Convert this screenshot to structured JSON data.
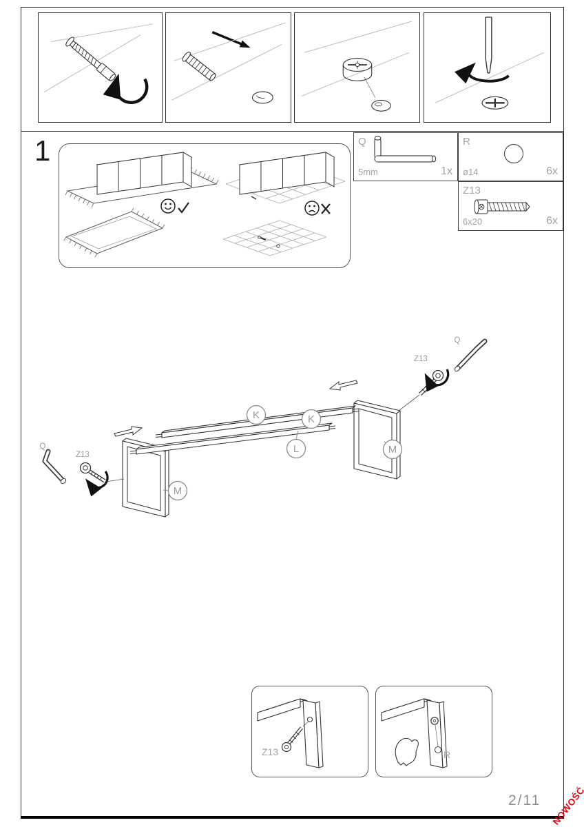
{
  "colors": {
    "accent_red": "#e30613",
    "line_dark": "#333333",
    "label_gray": "#9b9b9b"
  },
  "step": {
    "number": "1"
  },
  "icons": {
    "panel_1": "cam-bolt-rotate-icon",
    "panel_2": "dowel-insert-arrow-icon",
    "panel_3": "cam-lock-insert-icon",
    "panel_4": "screwdriver-rotate-icon",
    "good": "smiley-check-icon",
    "bad": "frowny-x-icon"
  },
  "parts_list": {
    "q": {
      "code": "Q",
      "size": "5mm",
      "qty": "1x"
    },
    "r": {
      "code": "R",
      "size": "ø14",
      "qty": "6x"
    },
    "z13": {
      "code": "Z13",
      "size": "6x20",
      "qty": "6x"
    }
  },
  "assembly": {
    "left": {
      "tool_label": "Q",
      "screw_label": "Z13"
    },
    "right": {
      "tool_label": "Q",
      "screw_label": "Z13"
    },
    "callouts": {
      "k1": "K",
      "k2": "K",
      "l": "L",
      "m1": "M",
      "m2": "M"
    }
  },
  "details": {
    "left": {
      "screw_label": "Z13"
    },
    "right": {
      "cap_label": "R"
    }
  },
  "footer": {
    "page": "2/11",
    "badge": "NOWOŚĆ"
  }
}
